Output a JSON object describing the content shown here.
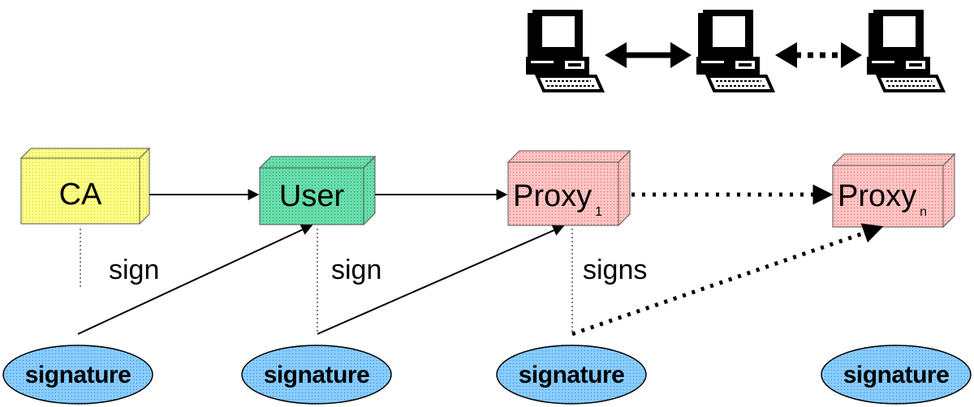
{
  "nodes": {
    "ca": {
      "label": "CA"
    },
    "user": {
      "label": "User"
    },
    "proxy1": {
      "label": "Proxy",
      "subscript": "1"
    },
    "proxyn": {
      "label": "Proxy",
      "subscript": "n"
    }
  },
  "edge_labels": {
    "sign_ca": "sign",
    "sign_user": "sign",
    "signs_proxy": "signs"
  },
  "signatures": {
    "sig1": "signature",
    "sig2": "signature",
    "sig3": "signature",
    "sig4": "signature"
  },
  "colors": {
    "ca_fill": "#ffff88",
    "user_fill": "#66ddaa",
    "proxy_fill": "#ffb0b0",
    "signature_fill": "#88ccff"
  },
  "icons": [
    "computer-icon",
    "computer-icon",
    "computer-icon"
  ]
}
